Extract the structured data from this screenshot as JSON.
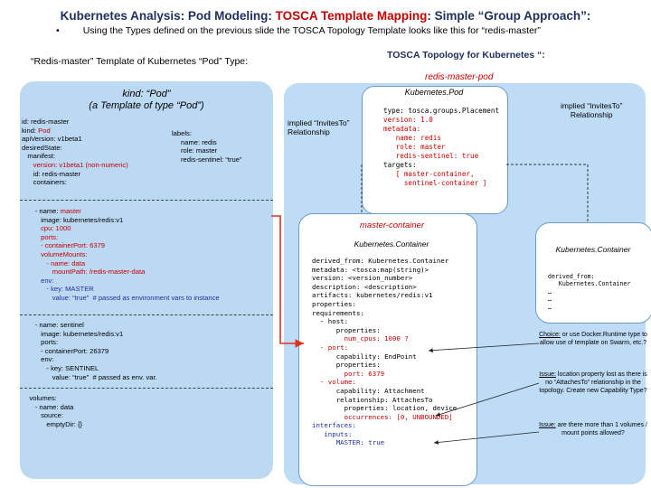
{
  "title": {
    "prefix": "Kubernetes Analysis: Pod Modeling: ",
    "highlight": "TOSCA Template Mapping",
    "suffix": ": Simple “Group Approach”:"
  },
  "subtitle": {
    "bullet": "•",
    "text": "Using the Types defined on the previous slide the TOSCA Topology Template looks like this for “redis-master”"
  },
  "left_header": "“Redis-master” Template of Kubernetes “Pod” Type:",
  "right_header": "TOSCA Topology for Kubernetes “:",
  "pod": {
    "kind_line": "kind: “Pod”",
    "template_line": "(a Template of type “Pod”)",
    "meta": {
      "id": "id: redis-master",
      "kind_label": "kind: ",
      "kind_value": "Pod",
      "apiversion": "apiVersion: v1beta1",
      "desiredstate": "desiredState:",
      "manifest": "   manifest:",
      "version": "      version: v1beta1 (non-numeric)",
      "id2": "      id: redis-master",
      "containers": "      containers:"
    },
    "labels": {
      "header": "labels:",
      "name": "name: redis",
      "role": "role: master",
      "sentinel": "redis-sentinel: “true”"
    },
    "container1": {
      "name_label": "       - name: ",
      "name_value": "master",
      "image": "          image: kubernetes/redis:v1",
      "cpu": "          cpu: 1000",
      "ports": "          ports:",
      "containerport": "          - containerPort: 6379",
      "volumemounts": "          volumeMounts:",
      "vm_name": "             - name: data",
      "mountpath": "                mountPath: /redis-master-data",
      "env": "          env:",
      "key": "             - key: MASTER",
      "value": "                value: “true”  # passed as environment vars to instance"
    },
    "container2": {
      "name": "       - name: sentinel",
      "image": "          image: kubernetes/redis:v1",
      "ports": "          ports:",
      "containerport": "          - containerPort: 26379",
      "env": "          env:",
      "key": "             - key: SENTINEL",
      "value": "                value: “true”  # passed as env. var."
    },
    "volumes": {
      "header": "    volumes:",
      "name": "       - name: data",
      "source": "          source:",
      "emptydir": "             emptyDir: {}"
    }
  },
  "topology": {
    "rmp_title": "redis-master-pod",
    "rmp_type": "Kubernetes.Pod",
    "rmp_code": {
      "type": "type: tosca.groups.Placement",
      "version": "version: 1.0",
      "metadata": "metadata:",
      "name": "   name: redis",
      "role": "   role: master",
      "sentinel": "   redis-sentinel: true",
      "targets": "targets:",
      "targets_list": "   [ master-container,",
      "targets_list2": "     sentinel-container ]"
    },
    "implied_left": [
      "implied “InvitesTo”",
      "Relationship"
    ],
    "implied_right": [
      "implied “InvitesTo”",
      "Relationship"
    ],
    "mc_title": "master-container",
    "mc_type": "Kubernetes.Container",
    "mc_code": {
      "derived": "derived_from: Kubernetes.Container",
      "metadata": "metadata: <tosca:map(string)>",
      "version": "version: <version_number>",
      "description": "description: <description>",
      "artifacts": "artifacts: kubernetes/redis:v1",
      "properties": "properties:",
      "requirements": "requirements:",
      "host": "  - host:",
      "host_props": "      properties:",
      "num_cpus": "        num_cpus: 1000 ?",
      "port": "  - port:",
      "capability_ep": "      capability: EndPoint",
      "port_props": "      properties:",
      "port_val": "        port: 6379",
      "volume": "  - volume:",
      "capability_att": "      capability: Attachment",
      "relationship": "      relationship: AttachesTo",
      "rel_props": "        properties: location, device",
      "occurrences": "        occurrences: [0, UNBOUNDED]",
      "interfaces": "interfaces:",
      "inputs": "   inputs:",
      "master": "      MASTER: true"
    },
    "sc_title": "sentinel-container",
    "sc_type": "Kubernetes.Container",
    "sc_code": {
      "derived": "derived_from:",
      "derived2": "   Kubernetes.Container",
      "dots1": "…",
      "dots2": "…",
      "dots3": "…"
    },
    "notes": [
      {
        "label": "Choice:",
        "text": " or use Docker.Runtime type to allow use of template on Swarm, etc.?"
      },
      {
        "label": "Issue:",
        "text": " location property lost as there is no “AttachesTo” relationship in the topology. Create new Capability Type?"
      },
      {
        "label": "Issue:",
        "text": " are there more than 1 volumes / mount points allowed?"
      }
    ]
  },
  "colors": {
    "title_navy": "#1f2f5a",
    "accent_red": "#c00000",
    "panel_blue": "#bcd9f4",
    "arrow_red": "#e03020",
    "code_blue": "#1f2f9a"
  }
}
